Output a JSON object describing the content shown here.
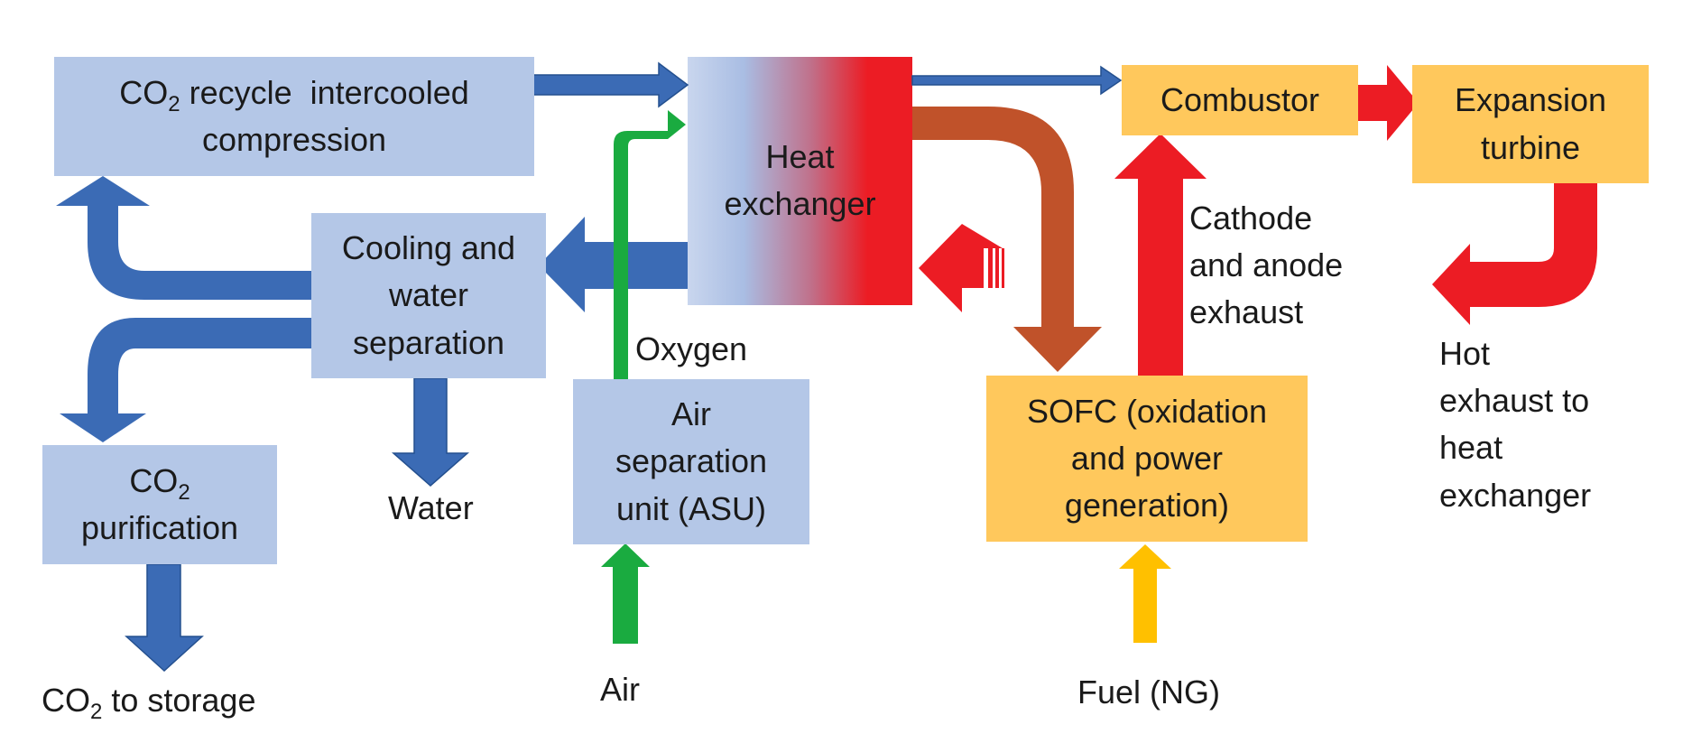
{
  "colors": {
    "box_blue": "#b4c7e7",
    "box_orange": "#ffc85c",
    "flow_blue": "#3b6bb5",
    "flow_green": "#1aab40",
    "flow_red": "#ec1c24",
    "flow_brown": "#c0522a",
    "flow_yellow": "#ffc000"
  },
  "boxes": {
    "co2_compression": {
      "pre": "CO",
      "sub": "2",
      "post": " recycle  intercooled",
      "line2": "compression"
    },
    "heat_exchanger": "Heat\nexchanger",
    "combustor": "Combustor",
    "expansion_turbine": "Expansion\nturbine",
    "cooling_separation": "Cooling and\nwater\nseparation",
    "co2_purification": {
      "pre": "CO",
      "sub": "2",
      "line2": "purification"
    },
    "asu": "Air\nseparation\nunit (ASU)",
    "sofc": "SOFC (oxidation\nand power\ngeneration)"
  },
  "labels": {
    "oxygen": "Oxygen",
    "water": "Water",
    "air": "Air",
    "fuel": "Fuel (NG)",
    "cathode_exhaust": "Cathode\nand anode\nexhaust",
    "hot_exhaust": "Hot\nexhaust to\nheat\nexchanger",
    "co2_storage": {
      "pre": "CO",
      "sub": "2",
      "post": " to storage"
    }
  }
}
